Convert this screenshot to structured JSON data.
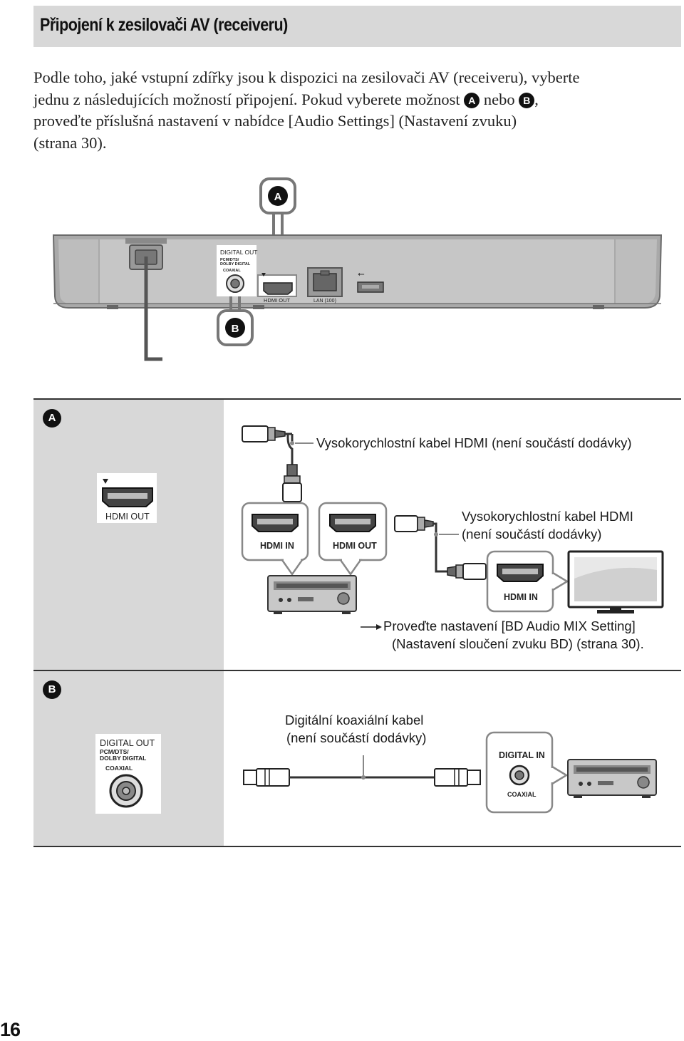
{
  "title": "Připojení k zesilovači AV (receiveru)",
  "intro": {
    "line1": "Podle toho, jaké vstupní zdířky jsou k dispozici na zesilovači AV (receiveru), vyberte",
    "line2_a": "jednu z následujících možností připojení. Pokud vyberete možnost ",
    "opt_a": "A",
    "line2_b": " nebo ",
    "opt_b": "B",
    "line2_c": ",",
    "line3": "proveďte příslušná nastavení v nabídce [Audio Settings] (Nastavení zvuku)",
    "line4": "(strana 30)."
  },
  "device": {
    "callout_a": "A",
    "callout_b": "B",
    "digital_out": "DIGITAL  OUT",
    "pcm_dts": "PCM/DTS/",
    "dolby": "DOLBY DIGITAL",
    "coaxial": "COAXIAL",
    "hdmi_out": "HDMI OUT",
    "lan": "LAN (100)"
  },
  "panel_a": {
    "badge": "A",
    "player_port": "HDMI OUT",
    "cable1_label": "Vysokorychlostní kabel HDMI (není součástí dodávky)",
    "receiver_in": "HDMI IN",
    "receiver_out": "HDMI OUT",
    "cable2_label_1": "Vysokorychlostní kabel HDMI",
    "cable2_label_2": "(není součástí dodávky)",
    "tv_in": "HDMI IN",
    "note_1": "Proveďte nastavení [BD Audio MIX Setting]",
    "note_2": "(Nastavení sloučení zvuku BD) (strana 30)."
  },
  "panel_b": {
    "badge": "B",
    "digital_out": "DIGITAL  OUT",
    "pcm_dts": "PCM/DTS/",
    "dolby": "DOLBY DIGITAL",
    "coaxial": "COAXIAL",
    "cable_label_1": "Digitální koaxiální kabel",
    "cable_label_2": "(není součástí dodávky)",
    "digital_in": "DIGITAL  IN",
    "coaxial_in": "COAXIAL"
  },
  "page_number": "16"
}
